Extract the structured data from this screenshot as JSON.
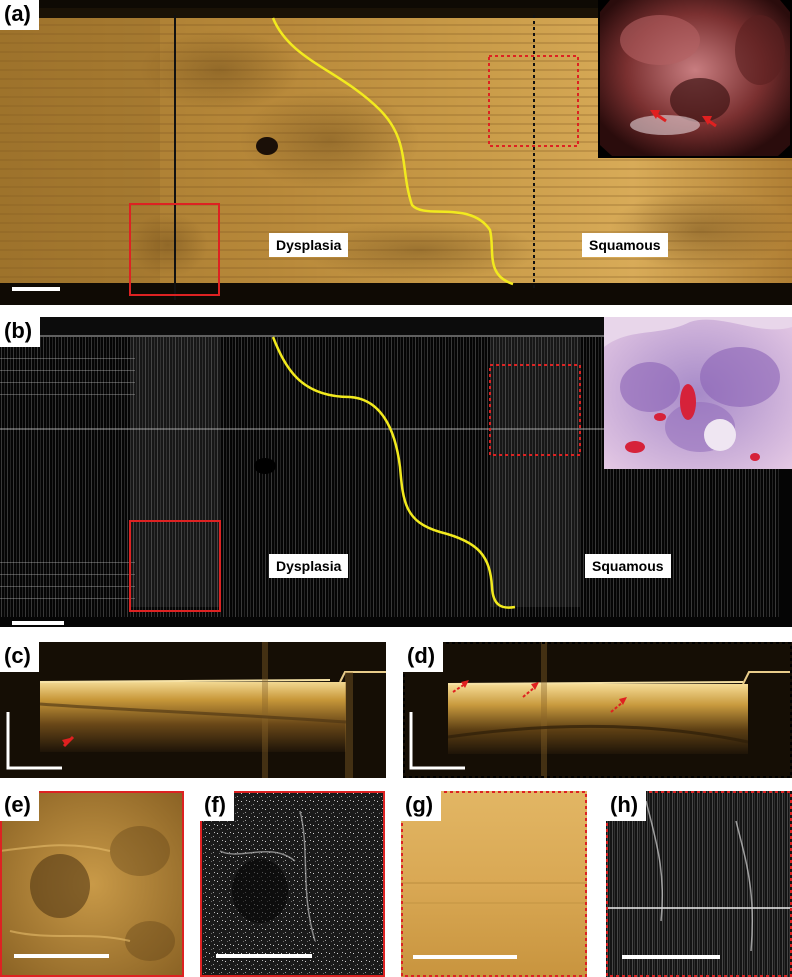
{
  "figure": {
    "panels": [
      {
        "id": "a",
        "label": "(a)"
      },
      {
        "id": "b",
        "label": "(b)"
      },
      {
        "id": "c",
        "label": "(c)"
      },
      {
        "id": "d",
        "label": "(d)"
      },
      {
        "id": "e",
        "label": "(e)"
      },
      {
        "id": "f",
        "label": "(f)"
      },
      {
        "id": "g",
        "label": "(g)"
      },
      {
        "id": "h",
        "label": "(h)"
      }
    ],
    "region_labels": {
      "a_dysplasia": "Dysplasia",
      "a_squamous": "Squamous",
      "b_dysplasia": "Dysplasia",
      "b_squamous": "Squamous"
    },
    "colors": {
      "oct_gold": "#b88a3a",
      "boundary_yellow": "#f2ea1e",
      "roi_red": "#dd2222",
      "arrow_red": "#e02020"
    }
  }
}
